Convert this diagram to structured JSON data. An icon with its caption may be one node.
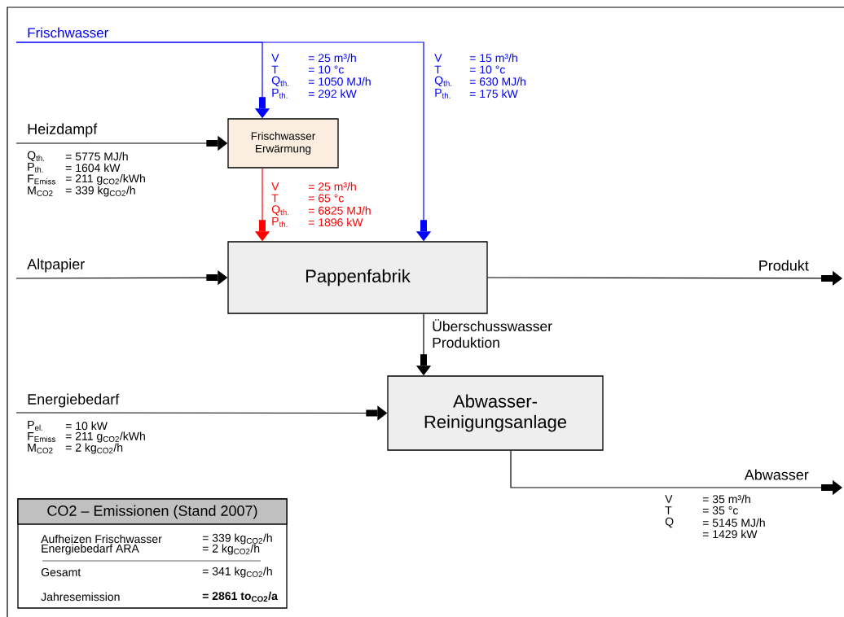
{
  "diagram": {
    "nodes": [
      {
        "text": [
          "Frischwasser Erwärmung"
        ]
      },
      {
        "text": [
          "Pappenfabrik"
        ]
      },
      {
        "text": [
          "Abwasser- Reinigungsanlage"
        ]
      },
      {
        "text": [
          "CO2 – Emissionen (Stand 2007)",
          "Aufheizen Frischwasser",
          "= 339 kg$_{CO2}$/h",
          "Energiebedarf ARA",
          "= 2 kg$_{CO2}$/h",
          "Gesamt",
          "= 341 kg$_{CO2}$/h",
          "Jahresemission",
          "= 2861 to$_{CO2}$/a"
        ]
      }
    ],
    "edges": [
      {
        "from": null,
        "to": 0,
        "arrow": "to",
        "label": "Frischwasser",
        "color": "#0000ff"
      },
      {
        "from": null,
        "to": 1,
        "arrow": "to",
        "color": "#0000ff"
      },
      {
        "from": null,
        "to": 0,
        "arrow": "to",
        "label": "Heizdampf"
      },
      {
        "from": 0,
        "to": 1,
        "arrow": "to",
        "color": "#ff0000"
      },
      {
        "from": null,
        "to": 1,
        "arrow": "to",
        "label": "Altpapier"
      },
      {
        "from": 1,
        "to": null,
        "arrow": "to",
        "label": "Produkt"
      },
      {
        "from": 1,
        "to": 2,
        "arrow": "to",
        "label": "Überschusswasser Produktion"
      },
      {
        "from": null,
        "to": 2,
        "arrow": "to",
        "label": "Energiebedarf"
      },
      {
        "from": 2,
        "to": null,
        "arrow": "to",
        "label": "Abwasser"
      }
    ],
    "labels": [
      "V",
      "= 25 m³/h",
      "T",
      "= 10 °c",
      "Q$_{th.}$",
      "= 1050 MJ/h",
      "P$_{th.}$",
      "= 292 kW",
      "V",
      "= 15 m³/h",
      "T",
      "= 10 °c",
      "Q$_{th.}$",
      "= 630 MJ/h",
      "P$_{th.}$",
      "= 175 kW",
      "Q$_{th.}$",
      "= 5775 MJ/h",
      "P$_{th.}$",
      "= 1604 kW",
      "F$_{Emiss}$",
      "= 211 g$_{CO2}$/kWh",
      "M$_{CO2}$",
      "= 339 kg$_{CO2}$/h",
      "V",
      "= 25 m³/h",
      "T",
      "= 65 °c",
      "Q$_{th.}$",
      "= 6825 MJ/h",
      "P$_{th.}$",
      "= 1896 kW",
      "P$_{el.}$",
      "= 10 kW",
      "F$_{Emiss}$",
      "= 211 g$_{CO2}$/kWh",
      "M$_{CO2}$",
      "= 2 kg$_{CO2}$/h",
      "V",
      "= 35 m³/h",
      "T",
      "= 35 °c",
      "Q",
      "= 5145 MJ/h",
      "= 1429 kW"
    ]
  }
}
